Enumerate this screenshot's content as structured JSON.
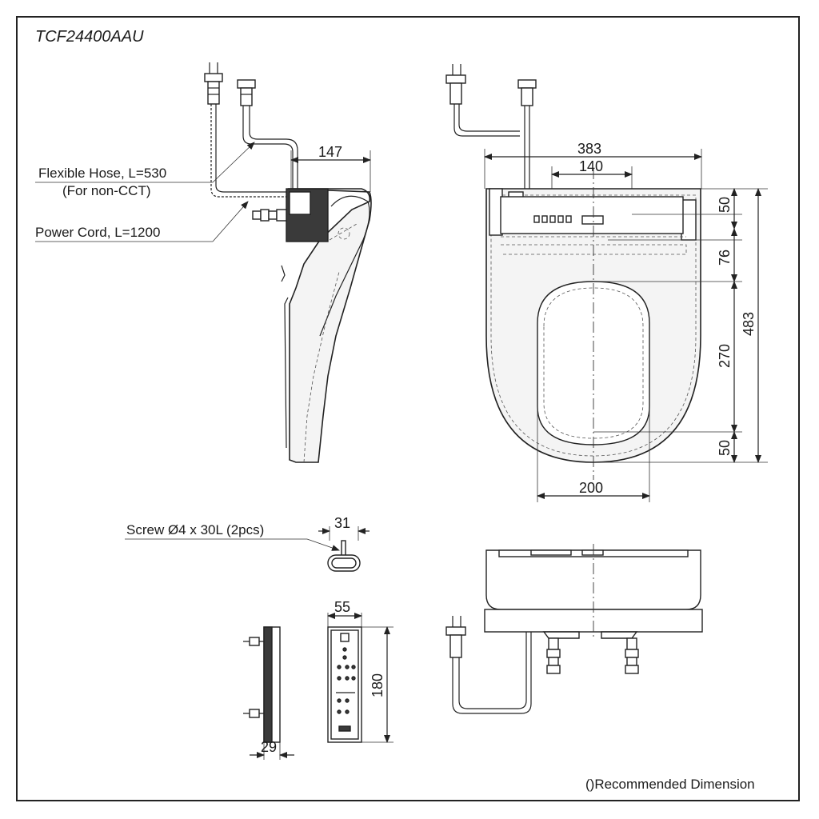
{
  "model": "TCF24400AAU",
  "labels": {
    "flexible_hose": "Flexible Hose, L=530",
    "flexible_hose_note": "(For non-CCT)",
    "power_cord": "Power Cord, L=1200",
    "screw": "Screw Ø4 x 30L (2pcs)",
    "recommended": "()Recommended Dimension"
  },
  "dimensions": {
    "side_depth": "147",
    "overall_width": "383",
    "panel_width": "140",
    "top_to_hinge": "50",
    "hinge_to_opening": "76",
    "opening_length": "270",
    "front_margin": "50",
    "overall_length": "483",
    "opening_width": "200",
    "screw_bracket_width": "31",
    "remote_width": "55",
    "remote_height": "180",
    "remote_depth": "29"
  },
  "colors": {
    "line": "#222222",
    "fill": "#f4f4f4",
    "dark": "#3a3a3a"
  }
}
